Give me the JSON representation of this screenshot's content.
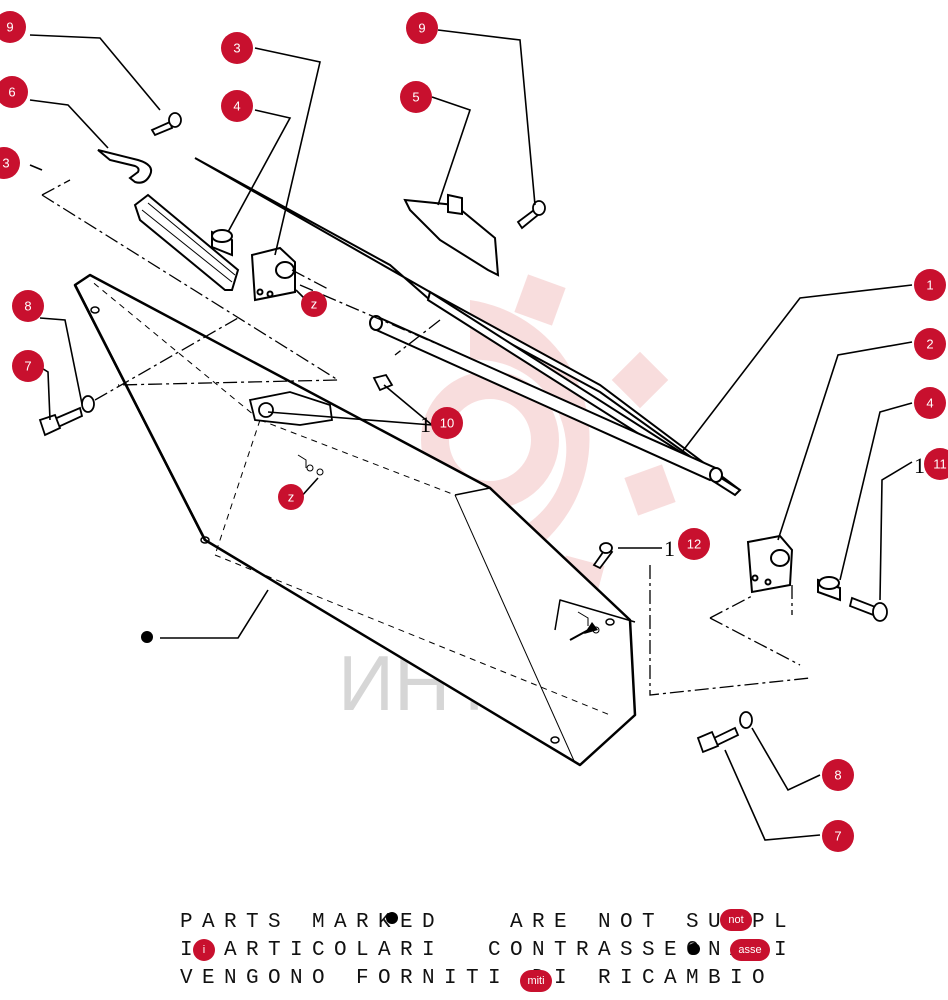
{
  "watermark": {
    "text": "ИНТЕХ"
  },
  "callouts": [
    {
      "id": "c1",
      "label": "9"
    },
    {
      "id": "c2",
      "label": "6"
    },
    {
      "id": "c3",
      "label": "3"
    },
    {
      "id": "c4",
      "label": "3"
    },
    {
      "id": "c5",
      "label": "4"
    },
    {
      "id": "c6",
      "label": "9"
    },
    {
      "id": "c7",
      "label": "5"
    },
    {
      "id": "c8",
      "label": "1"
    },
    {
      "id": "c9",
      "label": "2"
    },
    {
      "id": "c10",
      "label": "4"
    },
    {
      "id": "c11",
      "label": "11"
    },
    {
      "id": "c12",
      "label": "8"
    },
    {
      "id": "c13",
      "label": "7"
    },
    {
      "id": "c14",
      "label": "10"
    },
    {
      "id": "c15",
      "label": "12"
    },
    {
      "id": "c16",
      "label": "8"
    },
    {
      "id": "c17",
      "label": "7"
    },
    {
      "id": "z1",
      "label": "z"
    },
    {
      "id": "z2",
      "label": "z"
    }
  ],
  "plain_numbers": {
    "n10": "1",
    "n11": "1",
    "n12": "1"
  },
  "notes": {
    "line1": "PARTS MARKED   ARE NOT SUPPL",
    "line2": "I ARTICOLARI  CONTRASSEGNATI",
    "line3": "VENGONO FORNITI DI RICAMBIO"
  },
  "note_badges": {
    "b1": "not",
    "b2": "i",
    "b3": "asse",
    "b4": "miti"
  },
  "colors": {
    "callout": "#c8102e",
    "watermark": "#f3c3c3",
    "line": "#000000"
  }
}
